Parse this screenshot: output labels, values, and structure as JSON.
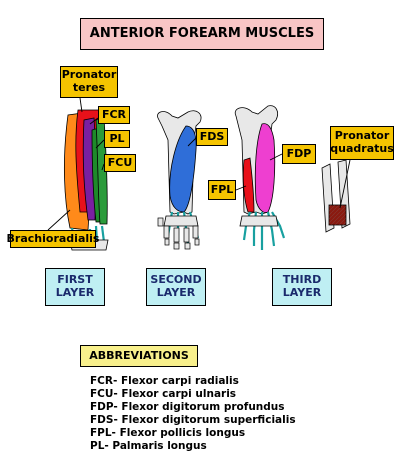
{
  "title": "ANTERIOR FOREARM MUSCLES",
  "labels": {
    "pronator_teres": "Pronator teres",
    "fcr": "FCR",
    "pl": "PL",
    "fcu": "FCU",
    "brachioradialis": "Brachioradialis",
    "fds": "FDS",
    "fdp": "FDP",
    "fpl": "FPL",
    "pronator_quadratus": "Pronator quadratus"
  },
  "layers": {
    "first": "FIRST LAYER",
    "second": "SECOND LAYER",
    "third": "THIRD LAYER"
  },
  "abbreviations": {
    "heading": "ABBREVIATIONS",
    "items": [
      "FCR- Flexor carpi radialis",
      "FCU- Flexor carpi ulnaris",
      "FDP- Flexor digitorum profundus",
      "FDS- Flexor digitorum superficialis",
      "FPL- Flexor pollicis longus",
      "PL- Palmaris longus"
    ]
  },
  "colors": {
    "title_bg": "#f8c5c5",
    "label_bg": "#f5c400",
    "layer_bg": "#bfeff3",
    "abbr_bg": "#f8f08c",
    "pronator_teres": "#e8111a",
    "fcr": "#7a1fa0",
    "pl": "#1e8a2a",
    "fcu": "#2b9b3b",
    "brachioradialis": "#ff8a1a",
    "fds": "#2f6ed8",
    "fdp": "#ee3fd0",
    "fpl": "#e8111a",
    "pronator_quadratus": "#8b1a10",
    "tendons": "#18a0a0",
    "bone": "#e8e8e8"
  }
}
